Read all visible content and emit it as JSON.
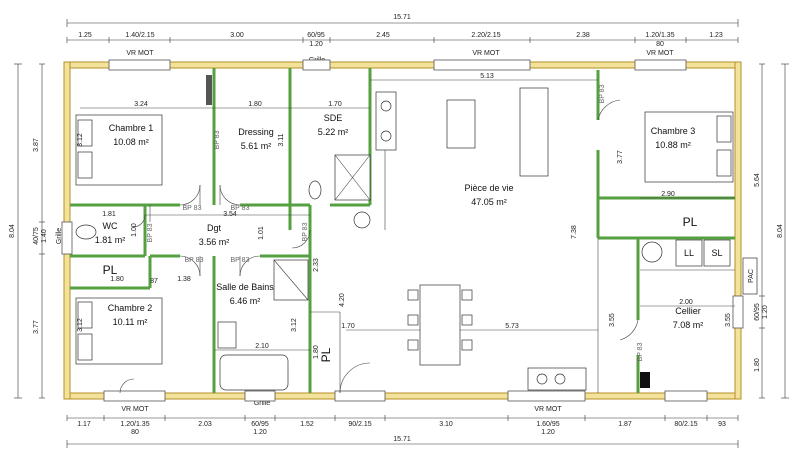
{
  "overall_width": "15.71",
  "overall_height": "8.04",
  "top_dims": [
    "1.25",
    "1.40/2.15",
    "3.00",
    "60/95",
    "2.45",
    "2.20/2.15",
    "2.38",
    "1.20/1.35",
    "1.23"
  ],
  "top_dims_sub": [
    "1.20",
    "80"
  ],
  "bottom_dims": [
    "1.17",
    "1.20/1.35",
    "2.03",
    "60/95",
    "1.52",
    "90/2.15",
    "3.10",
    "1.60/95",
    "1.87",
    "80/2.15",
    "93"
  ],
  "bottom_dims_sub": [
    "80",
    "1.20",
    "1.20"
  ],
  "left_dims": [
    "3.87",
    "40/75",
    "1.40",
    "3.77"
  ],
  "right_dims": [
    "5.64",
    "60/95",
    "1.20",
    "1.80"
  ],
  "window_labels": {
    "vr_mot": "VR MOT",
    "grille": "Grille"
  },
  "rooms": {
    "chambre1": {
      "name": "Chambre 1",
      "area": "10.08 m²"
    },
    "dressing": {
      "name": "Dressing",
      "area": "5.61 m²"
    },
    "sde": {
      "name": "SDE",
      "area": "5.22 m²"
    },
    "piece_de_vie": {
      "name": "Pièce de vie",
      "area": "47.05 m²"
    },
    "chambre3": {
      "name": "Chambre 3",
      "area": "10.88 m²"
    },
    "wc": {
      "name": "WC",
      "area": "1.81 m²"
    },
    "dgt": {
      "name": "Dgt",
      "area": "3.56 m²"
    },
    "chambre2": {
      "name": "Chambre 2",
      "area": "10.11 m²"
    },
    "salle_de_bains": {
      "name": "Salle de Bains",
      "area": "6.46 m²"
    },
    "cellier": {
      "name": "Cellier",
      "area": "7.08 m²"
    }
  },
  "interior_dims": {
    "c1_w": "3.24",
    "c1_h": "3.12",
    "dressing_w": "1.80",
    "dressing_h": "3.11",
    "sde_w": "1.70",
    "living_w": "5.13",
    "living_h": "7.38",
    "living_low_w": "5.73",
    "living_low_l": "1.70",
    "living_h2": "4.20",
    "c3_h": "3.77",
    "c3_w": "2.90",
    "wc_w": "1.81",
    "wc_h": "1.00",
    "dgt_w": "3.54",
    "dgt_h": "1.01",
    "dgt_w2": "1.38",
    "pl_w": "1.80",
    "c2_h": "3.12",
    "sdb_w": "2.10",
    "sdb_h": "3.12",
    "sdb_h2": "2.33",
    "pl2_h": "1.80",
    "cellier_w": "2.00",
    "cellier_h": "3.55",
    "cellier_h2": "3.55",
    "small_87": "87"
  },
  "bp_label": "BP 83",
  "placard": "PL",
  "ll": "LL",
  "sl": "SL",
  "pac": "PAC"
}
